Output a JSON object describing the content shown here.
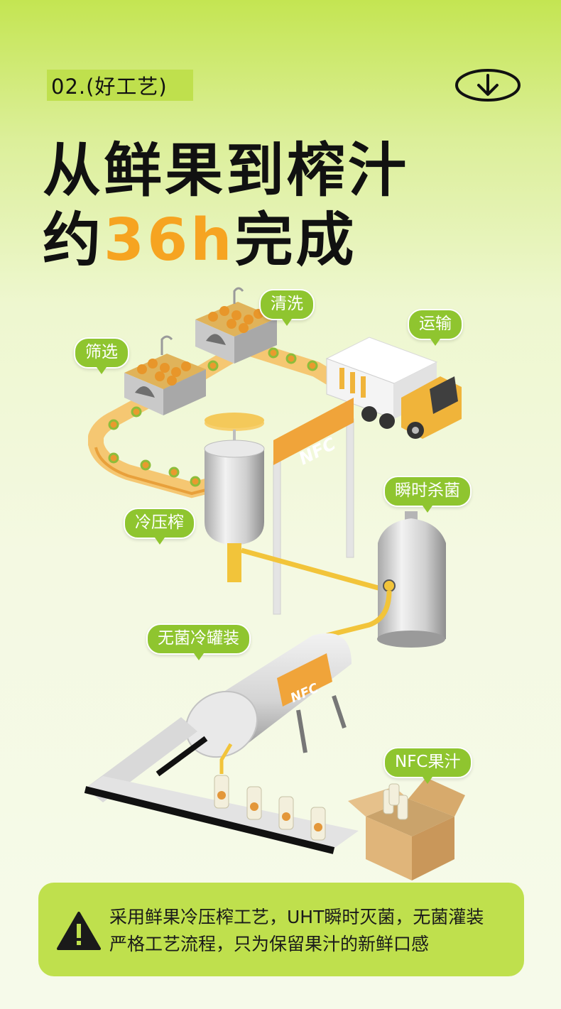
{
  "header": {
    "section_label": "02.(好工艺)",
    "title_line1": "从鲜果到榨汁",
    "title_line2_prefix": "约",
    "title_line2_highlight": "36h",
    "title_line2_suffix": "完成",
    "down_icon": "arrow-down-icon"
  },
  "process_steps": {
    "wash": "清洗",
    "sort": "筛选",
    "transport": "运输",
    "cold_press": "冷压榨",
    "flash_sterilize": "瞬时杀菌",
    "aseptic_fill": "无菌冷罐装",
    "product": "NFC果汁"
  },
  "logos": {
    "sign": "NFC",
    "tank": "NFC"
  },
  "note": {
    "icon": "warning-icon",
    "line1": "采用鲜果冷压榨工艺，UHT瞬时灭菌，无菌灌装",
    "line2": "严格工艺流程，只为保留果汁的新鲜口感"
  },
  "colors": {
    "accent_green": "#bfe04d",
    "tag_green": "#8fc52f",
    "highlight_orange": "#f6a421"
  }
}
